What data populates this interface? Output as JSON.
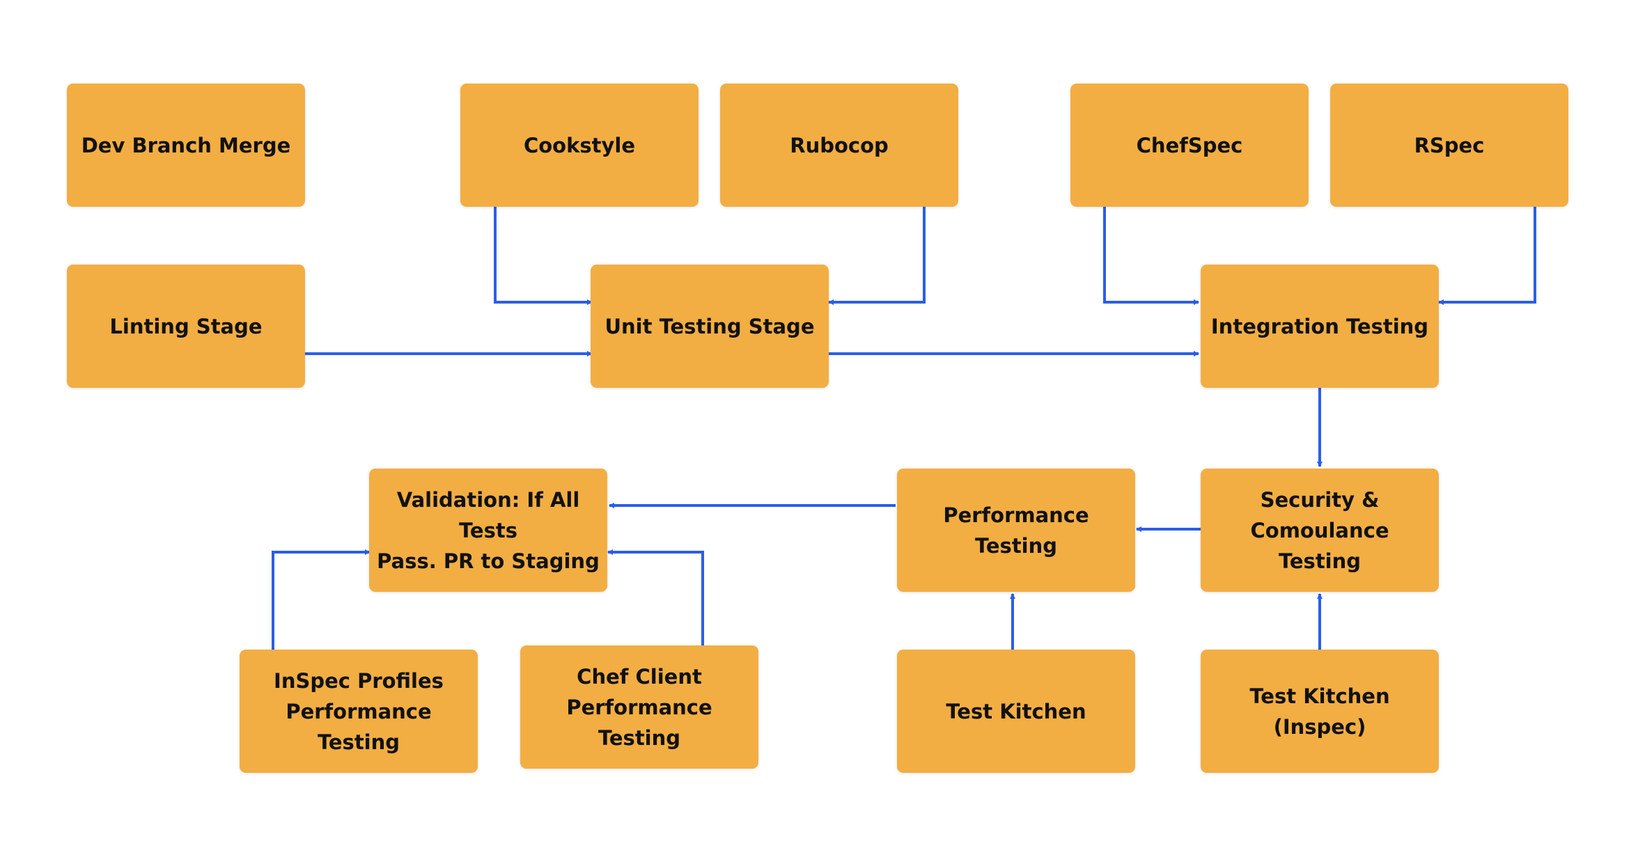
{
  "colors": {
    "box_fill": "#F2AE43",
    "connector": "#2B5EE8",
    "text": "#111111",
    "background": "#FFFFFF"
  },
  "nodes": {
    "dev_branch_merge": "Dev Branch Merge",
    "cookstyle": "Cookstyle",
    "rubocop": "Rubocop",
    "chefspec": "ChefSpec",
    "rspec": "RSpec",
    "linting_stage": "Linting Stage",
    "unit_testing_stage": "Unit Testing Stage",
    "integration_testing": "Integration Testing",
    "validation": "Validation: If All Tests\nPass. PR to Staging",
    "performance_testing": "Performance\nTesting",
    "security_compliance_testing": "Security &\nComoulance Testing",
    "inspec_profiles_performance": "InSpec Profiles\nPerformance Testing",
    "chef_client_performance": "Chef Client\nPerformance Testing",
    "test_kitchen": "Test Kitchen",
    "test_kitchen_inspec": "Test Kitchen\n(Inspec)"
  },
  "edges": [
    {
      "from": "cookstyle",
      "to": "unit_testing_stage"
    },
    {
      "from": "rubocop",
      "to": "unit_testing_stage"
    },
    {
      "from": "linting_stage",
      "to": "unit_testing_stage"
    },
    {
      "from": "unit_testing_stage",
      "to": "integration_testing"
    },
    {
      "from": "chefspec",
      "to": "integration_testing"
    },
    {
      "from": "rspec",
      "to": "integration_testing"
    },
    {
      "from": "integration_testing",
      "to": "security_compliance_testing"
    },
    {
      "from": "security_compliance_testing",
      "to": "performance_testing"
    },
    {
      "from": "performance_testing",
      "to": "validation"
    },
    {
      "from": "test_kitchen",
      "to": "performance_testing"
    },
    {
      "from": "test_kitchen_inspec",
      "to": "security_compliance_testing"
    },
    {
      "from": "inspec_profiles_performance",
      "to": "validation"
    },
    {
      "from": "chef_client_performance",
      "to": "validation"
    }
  ]
}
